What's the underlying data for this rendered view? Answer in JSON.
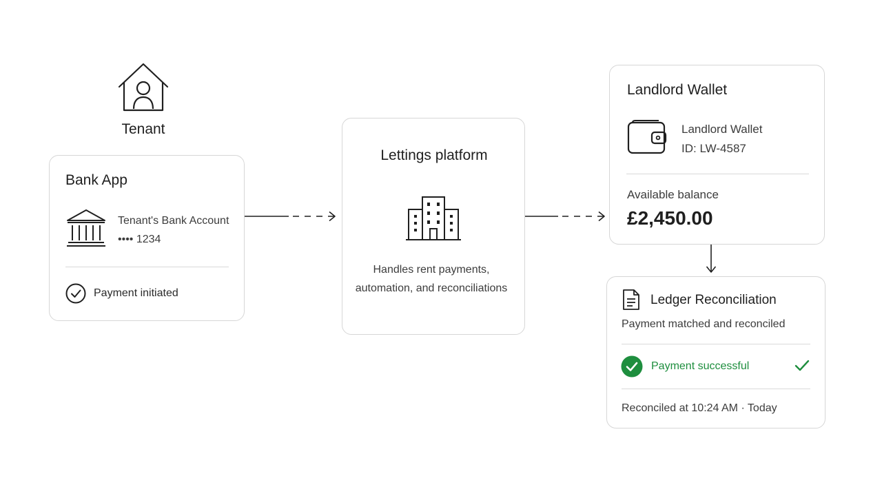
{
  "tenant": {
    "label": "Tenant",
    "icon": "tenant-house-icon"
  },
  "bank_app": {
    "title": "Bank App",
    "icon": "bank-icon",
    "account_name": "Tenant's Bank Account",
    "account_number": "•••• 1234",
    "status": "Payment initiated",
    "status_icon": "check-circle-icon"
  },
  "platform": {
    "title": "Lettings platform",
    "icon": "office-building-icon",
    "description_line1": "Handles rent payments,",
    "description_line2": "automation, and reconciliations"
  },
  "wallet": {
    "title": "Landlord Wallet",
    "icon": "wallet-icon",
    "wallet_name": "Landlord Wallet",
    "wallet_id": "ID: LW-4587",
    "balance_label": "Available balance",
    "balance_value": "£2,450.00"
  },
  "ledger": {
    "title": "Ledger Reconciliation",
    "icon": "document-icon",
    "subtitle": "Payment matched and reconciled",
    "status": "Payment successful",
    "status_icon": "success-check-icon",
    "status_tick_icon": "checkmark-icon",
    "reconciled_at": "Reconciled at 10:24 AM · Today"
  },
  "colors": {
    "success": "#1e8e3e",
    "border": "#d6d6d6",
    "text": "#1f1f1f",
    "muted": "#3c3c3c"
  }
}
